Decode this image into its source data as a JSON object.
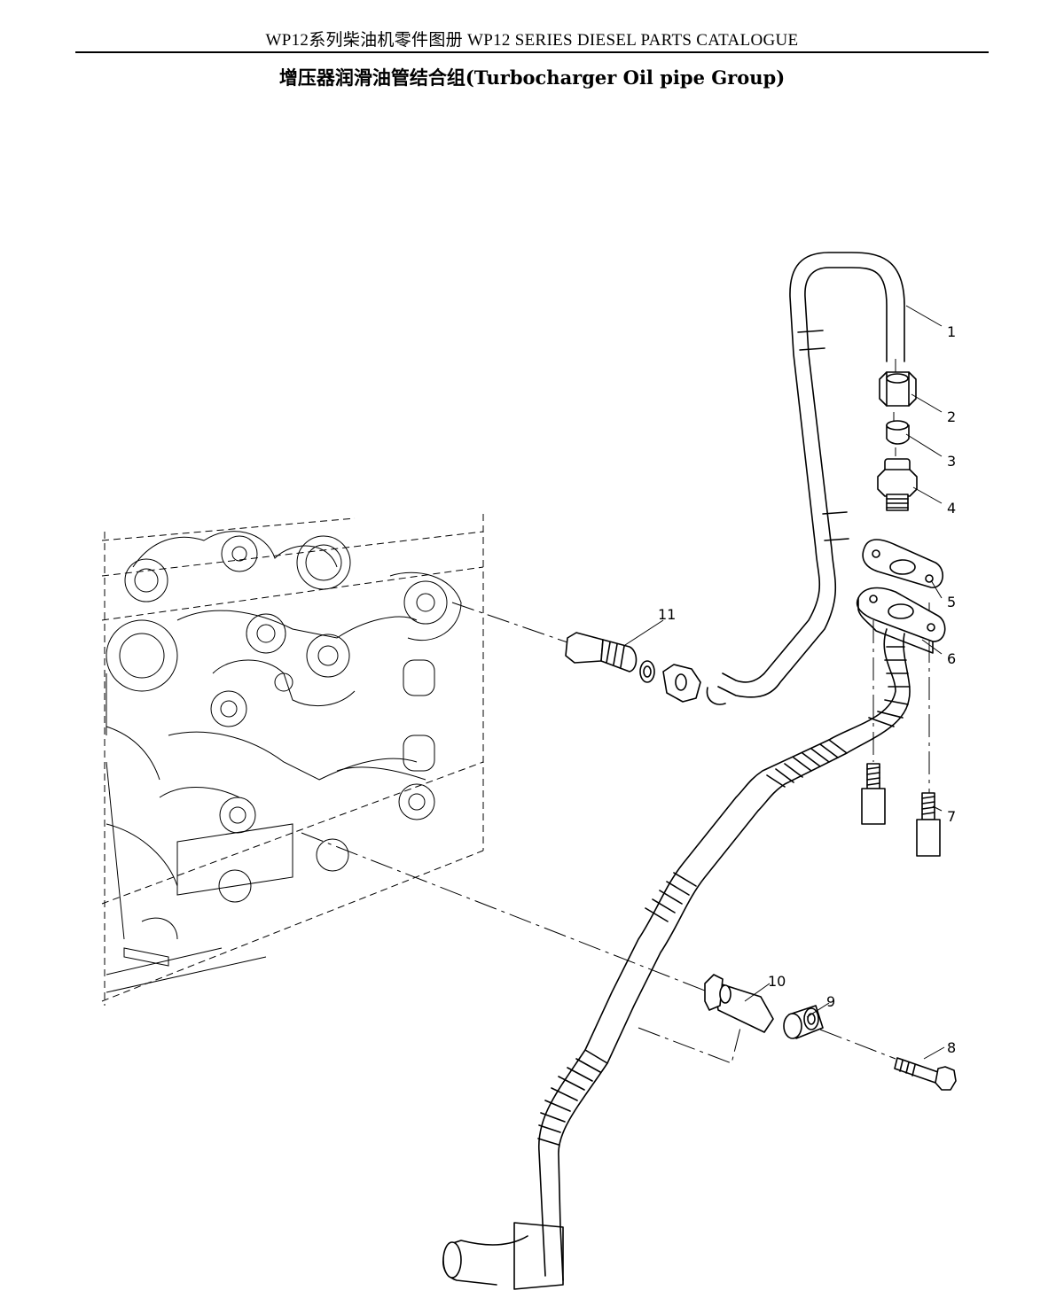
{
  "header": {
    "text": "WP12系列柴油机零件图册 WP12 SERIES DIESEL PARTS CATALOGUE"
  },
  "title": {
    "text": "增压器润滑油管结合组(Turbocharger Oil pipe Group)"
  },
  "callouts": [
    {
      "label": "1",
      "part": "oil-inlet-pipe"
    },
    {
      "label": "2",
      "part": "nut"
    },
    {
      "label": "3",
      "part": "ferrule"
    },
    {
      "label": "4",
      "part": "connector"
    },
    {
      "label": "5",
      "part": "gasket"
    },
    {
      "label": "6",
      "part": "oil-return-pipe-flange"
    },
    {
      "label": "7",
      "part": "stud"
    },
    {
      "label": "8",
      "part": "bolt"
    },
    {
      "label": "9",
      "part": "spacer"
    },
    {
      "label": "10",
      "part": "bracket"
    },
    {
      "label": "11",
      "part": "adapter"
    }
  ]
}
